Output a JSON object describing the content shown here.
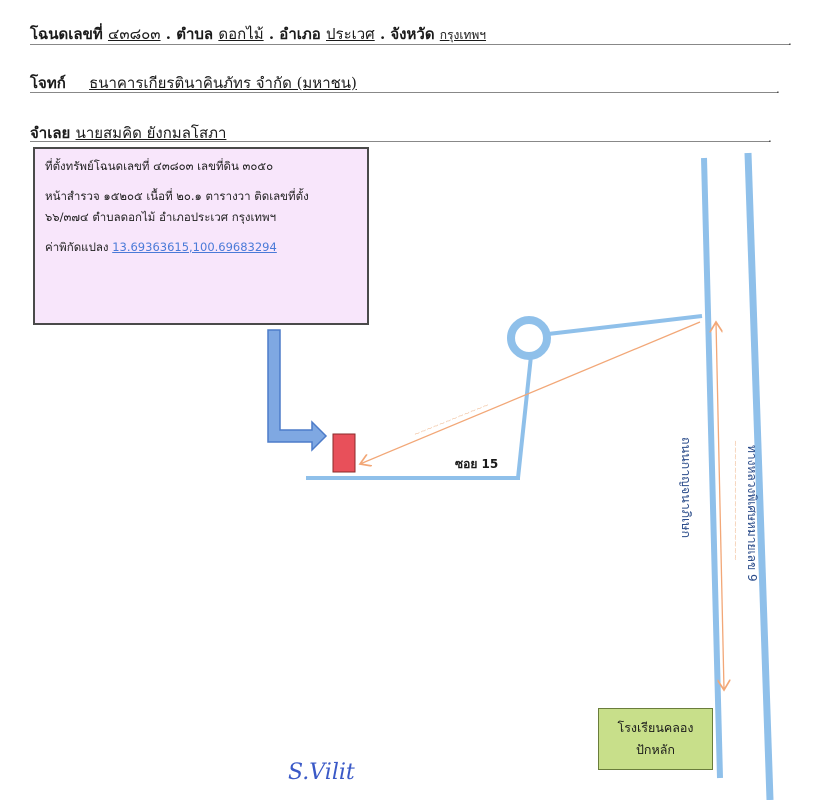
{
  "header": {
    "deed": {
      "label": "โฉนดเลขที่",
      "number": "๔๓๘๐๓",
      "subdistrict_label": ". ตำบล",
      "subdistrict": "ดอกไม้",
      "district_label": ". อำเภอ",
      "district": "ประเวศ",
      "province_label": ". จังหวัด",
      "province": "กรุงเทพฯ"
    },
    "plaintiff": {
      "label": "โจทก์",
      "value": "ธนาคารเกียรตินาคินภัทร จำกัด (มหาชน)"
    },
    "defendant": {
      "label": "จำเลย",
      "value": "นายสมคิด ยังกมลโสภา"
    }
  },
  "info_box": {
    "line1": "ที่ตั้งทรัพย์โฉนดเลขที่ ๔๓๘๐๓ เลขที่ดิน ๓๐๕๐",
    "line2": "หน้าสำรวจ ๑๕๒๐๕ เนื้อที่ ๒๐.๑ ตารางวา ติดเลขที่ตั้ง",
    "line3": "๖๖/๓๗๔ ตำบลดอกไม้ อำเภอประเวศ กรุงเทพฯ",
    "coord_label": "ค่าพิกัดแปลง",
    "coord_value": "13.69363615,100.69683294"
  },
  "map_labels": {
    "soi": "ซอย 15",
    "road_kanchanaphisek": "ถนนกาญจนาภิเษก",
    "highway": "ทางหลวงพิเศษหมายเลข 9"
  },
  "landmark": {
    "line1": "โรงเรียนคลอง",
    "line2": "ปักหลัก"
  },
  "signature": "S.Vilit",
  "colors": {
    "road": "#8fc0ea",
    "property": "#e8505a",
    "arrow": "#6a96d4",
    "distance": "#f2a777",
    "info_bg": "#f8e6fb",
    "school_bg": "#c8df8a"
  }
}
